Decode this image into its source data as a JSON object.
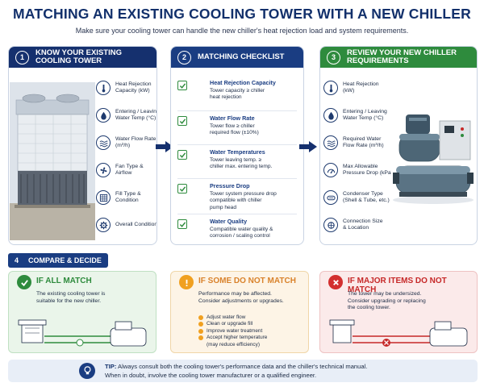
{
  "title": "MATCHING AN EXISTING COOLING TOWER WITH A NEW CHILLER",
  "subtitle": "Make sure your cooling tower can handle the new chiller's heat rejection load and system requirements.",
  "panel1": {
    "number": "1",
    "heading_line1": "KNOW YOUR EXISTING",
    "heading_line2": "COOLING TOWER",
    "items": [
      {
        "l1": "Heat Rejection",
        "l2": "Capacity (kW)",
        "icon": "thermometer-icon"
      },
      {
        "l1": "Entering / Leaving",
        "l2": "Water Temp (°C)",
        "icon": "water-drop-icon"
      },
      {
        "l1": "Water Flow Rate",
        "l2": "(m³/h)",
        "icon": "water-wave-icon"
      },
      {
        "l1": "Fan Type &",
        "l2": "Airflow",
        "icon": "fan-icon"
      },
      {
        "l1": "Fill Type &",
        "l2": "Condition",
        "icon": "fill-grid-icon"
      },
      {
        "l1": "Overall Condition",
        "l2": "",
        "icon": "gear-icon"
      }
    ]
  },
  "panel2": {
    "number": "2",
    "heading": "MATCHING CHECKLIST",
    "items": [
      {
        "h": "Heat Rejection Capacity",
        "d1": "Tower capacity ≥ chiller",
        "d2": "heat rejection",
        "d3": ""
      },
      {
        "h": "Water Flow Rate",
        "d1": "Tower flow ≥ chiller",
        "d2": "required flow (±10%)",
        "d3": ""
      },
      {
        "h": "Water Temperatures",
        "d1": "Tower leaving temp. ≥",
        "d2": "chiller max. entering temp.",
        "d3": ""
      },
      {
        "h": "Pressure Drop",
        "d1": "Tower system pressure drop",
        "d2": "compatible with chiller",
        "d3": "pump head"
      },
      {
        "h": "Water Quality",
        "d1": "Compatible water quality &",
        "d2": "corrosion / scaling control",
        "d3": ""
      }
    ]
  },
  "panel3": {
    "number": "3",
    "heading_line1": "REVIEW YOUR NEW CHILLER",
    "heading_line2": "REQUIREMENTS",
    "items": [
      {
        "l1": "Heat Rejection",
        "l2": "(kW)",
        "icon": "thermometer-icon"
      },
      {
        "l1": "Entering / Leaving",
        "l2": "Water Temp (°C)",
        "icon": "water-drop-icon"
      },
      {
        "l1": "Required Water",
        "l2": "Flow Rate (m³/h)",
        "icon": "water-wave-icon"
      },
      {
        "l1": "Max Allowable",
        "l2": "Pressure Drop (kPa)",
        "icon": "gauge-icon"
      },
      {
        "l1": "Condenser Type",
        "l2": "(Shell & Tube, etc.)",
        "icon": "condenser-icon"
      },
      {
        "l1": "Connection Size",
        "l2": "& Location",
        "icon": "pipe-connection-icon"
      }
    ]
  },
  "section4": {
    "number": "4",
    "heading": "COMPARE & DECIDE"
  },
  "cards": {
    "all_match": {
      "heading": "IF ALL MATCH",
      "d1": "The existing cooling tower is",
      "d2": "suitable for the new chiller."
    },
    "some_not": {
      "heading": "IF SOME DO NOT MATCH",
      "d1": "Performance may be affected.",
      "d2": "Consider adjustments or upgrades.",
      "bullets": [
        "Adjust water flow",
        "Clean or upgrade fill",
        "Improve water treatment",
        "Accept higher temperature",
        "(may reduce efficiency)"
      ]
    },
    "major_not": {
      "heading": "IF MAJOR ITEMS DO NOT MATCH",
      "d1": "The tower may be undersized.",
      "d2": "Consider upgrading or replacing",
      "d3": "the cooling tower."
    }
  },
  "tip": {
    "label": "TIP:",
    "line1": "Always consult both the cooling tower's performance data and the chiller's technical manual.",
    "line2": "When in doubt, involve the cooling tower manufacturer or a qualified engineer."
  },
  "colors": {
    "navy": "#15306e",
    "green": "#2e8b3d",
    "orange": "#f0a020",
    "red": "#d32f2f"
  }
}
